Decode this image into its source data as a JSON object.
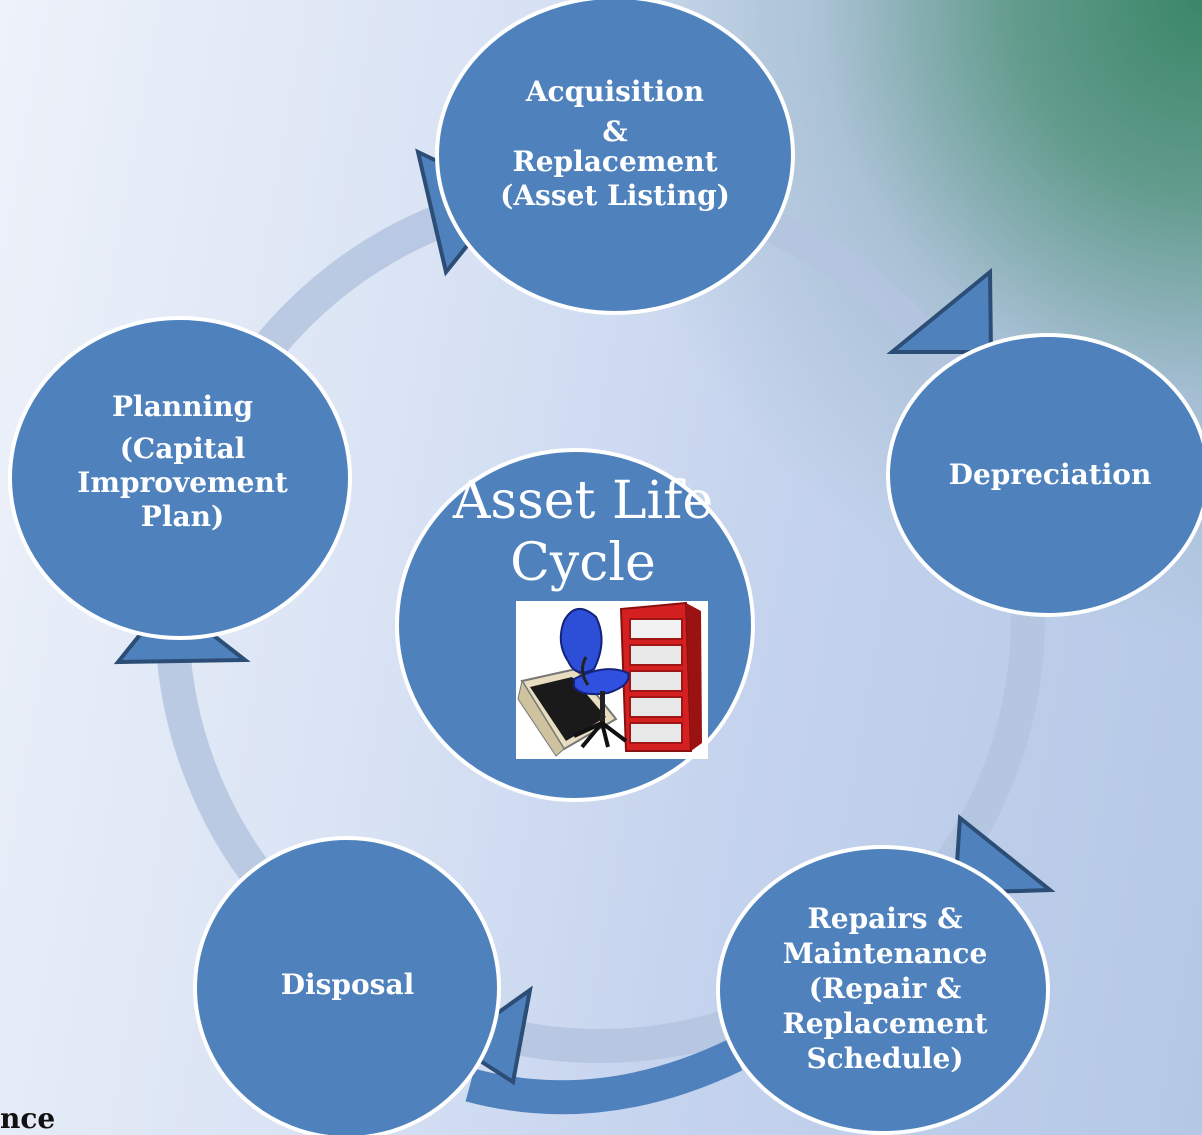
{
  "center": {
    "title_line1": "Asset Life",
    "title_line2": "Cycle",
    "image_icon": "office-furniture-clipart-icon"
  },
  "nodes": [
    {
      "id": "acquisition",
      "lines": [
        "Acquisition",
        "&",
        "Replacement",
        "(Asset Listing)"
      ]
    },
    {
      "id": "depreciation",
      "lines": [
        "Depreciation"
      ]
    },
    {
      "id": "repairs",
      "lines": [
        "Repairs &",
        "Maintenance",
        "(Repair &",
        "Replacement",
        "Schedule)"
      ]
    },
    {
      "id": "disposal",
      "lines": [
        "Disposal"
      ]
    },
    {
      "id": "planning",
      "lines": [
        "Planning",
        "(Capital",
        "Improvement",
        "Plan)"
      ]
    }
  ],
  "corner_fragment": "nce",
  "colors": {
    "node_fill": "#4f81bd",
    "node_stroke": "#ffffff",
    "arrow_stroke": "#2c4d75",
    "ring": "#b4c4df"
  }
}
